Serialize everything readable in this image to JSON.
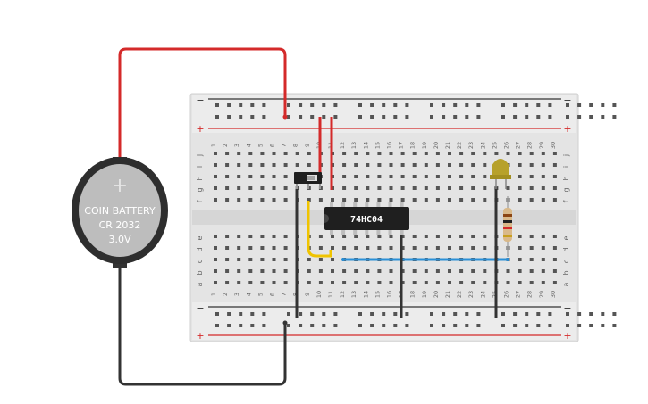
{
  "battery": {
    "label_line1": "COIN BATTERY",
    "label_line2": "CR 2032",
    "label_line3": "3.0V",
    "plus_symbol": "+"
  },
  "chip": {
    "label": "74HC04"
  },
  "breadboard": {
    "column_numbers": [
      "1",
      "2",
      "3",
      "4",
      "5",
      "6",
      "7",
      "8",
      "9",
      "10",
      "11",
      "12",
      "13",
      "14",
      "15",
      "16",
      "17",
      "18",
      "19",
      "20",
      "21",
      "22",
      "23",
      "24",
      "25",
      "26",
      "27",
      "28",
      "29",
      "30"
    ],
    "rows_top": [
      "j",
      "i",
      "h",
      "g",
      "f"
    ],
    "rows_bottom": [
      "e",
      "d",
      "c",
      "b",
      "a"
    ],
    "rail_minus": "−",
    "rail_plus": "+"
  },
  "colors": {
    "wire_red": "#d42a2a",
    "wire_black": "#333333",
    "wire_yellow": "#f0c400",
    "wire_blue": "#2a8fd6",
    "board": "#e6e6e6",
    "led": "#b7a12a",
    "chip": "#1f1f1f"
  }
}
